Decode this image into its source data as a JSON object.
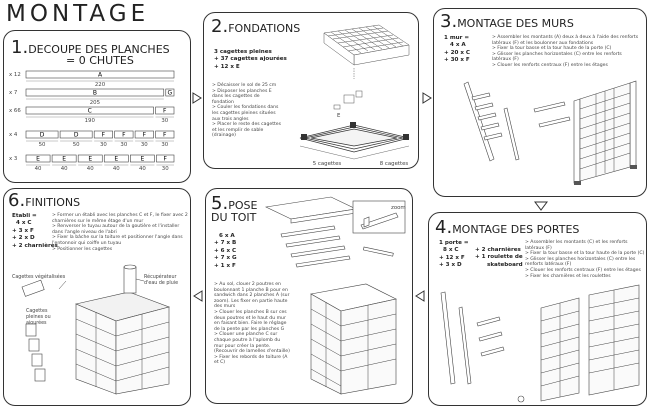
{
  "title": "MONTAGE",
  "step1": {
    "num": "1.",
    "title_line1": "DECOUPE DES PLANCHES",
    "title_line2": "= 0 CHUTES",
    "rows": [
      {
        "mult": "x 12",
        "pieces": [
          {
            "label": "A",
            "dim": "220"
          }
        ]
      },
      {
        "mult": "x 7",
        "pieces": [
          {
            "label": "B",
            "dim": "205"
          },
          {
            "label": "G",
            "dim": ""
          }
        ]
      },
      {
        "mult": "x 66",
        "pieces": [
          {
            "label": "C",
            "dim": "190"
          },
          {
            "label": "F",
            "dim": "30"
          }
        ]
      },
      {
        "mult": "x 4",
        "pieces": [
          {
            "label": "D",
            "dim": "50"
          },
          {
            "label": "D",
            "dim": "50"
          },
          {
            "label": "F",
            "dim": "30"
          },
          {
            "label": "F",
            "dim": "30"
          },
          {
            "label": "F",
            "dim": "30"
          },
          {
            "label": "F",
            "dim": "30"
          }
        ]
      },
      {
        "mult": "x 3",
        "pieces": [
          {
            "label": "E",
            "dim": "40"
          },
          {
            "label": "E",
            "dim": "40"
          },
          {
            "label": "E",
            "dim": "40"
          },
          {
            "label": "E",
            "dim": "40"
          },
          {
            "label": "E",
            "dim": "40"
          },
          {
            "label": "F",
            "dim": "30"
          }
        ]
      }
    ]
  },
  "step2": {
    "num": "2.",
    "title": "FONDATIONS",
    "qty": [
      "3 cagettes pleines",
      "+ 37 cagettes ajourées",
      "+ 12 x E"
    ],
    "notes": [
      "> Décaisser le sol de 25 cm",
      "> Disposer les planches E dans les cagettes de fondation",
      "> Couler les fondations dans les cagettes pleines situées aux trois angles",
      "> Placer le reste des cagettes et les remplir de sable (drainage)"
    ],
    "dim1": "5 cagettes",
    "dim2": "8 cagettes",
    "label_e": "E"
  },
  "step3": {
    "num": "3.",
    "title": "MONTAGE DES MURS",
    "qty": [
      "1 mur =",
      "4 x A",
      "+ 20 x C",
      "+ 30 x F"
    ],
    "notes": [
      "> Assembler les montants (A) deux à deux à l'aide des renforts latéraux (F) et les boulonner aux fondations",
      "> Fixer la tour basse et la tour haute de la porte (C)",
      "> Glisser les planches horizontales (C) entre les renforts latéraux (F)",
      "> Clouer les renforts centraux (F) entre les étages"
    ]
  },
  "step4": {
    "num": "4.",
    "title": "MONTAGE DES PORTES",
    "qty": [
      "1 porte =",
      "8 x C",
      "+ 12 x F",
      "+ 3 x D"
    ],
    "qty2": [
      "+ 2 charnières",
      "+ 1 roulette de",
      "skateboard"
    ],
    "notes": [
      "> Assembler les montants (C) et les renforts latéraux (F)",
      "> Fixer la tour basse et la tour haute de la porte (C)",
      "> Glisser les planches horizontales (C) entre les renforts latéraux (F)",
      "> Clouer les renforts centraux (F) entre les étages",
      "> Fixer les charnières et les roulettes"
    ]
  },
  "step5": {
    "num": "5.",
    "title_line1": "POSE",
    "title_line2": "DU TOIT",
    "qty": [
      "6 x A",
      "+ 7 x B",
      "+ 6 x C",
      "+ 7 x G",
      "+ 1 x F"
    ],
    "notes": [
      "> Au sol, clouer 2 poutres en boulonnant 1 planche B pour en sandwich dans 2 planches A (sur zoom). Les fixer en partie haute des murs",
      "> Clouer les planches B sur ces deux poutres et le haut du mur en faisant bien. Faire le réglage de la pente par les planches G",
      "> Clouer une planche C sur chaque poutre à l'aplomb du mur pour créer la pente. (Recouvrir de lamelles d'entaille)",
      "> Fixer les rebords de toiture (A et C)"
    ],
    "zoom": "zoom"
  },
  "step6": {
    "num": "6.",
    "title": "FINITIONS",
    "qty": [
      "Etabli =",
      "4 x C",
      "+ 3 x F",
      "+ 2 x D",
      "+ 2 charnières"
    ],
    "notes": [
      "> Former un établi avec les planches C et F, le fixer avec 2 charnières sur le même étage d'un mur",
      "> Renverser le tuyau autour de la goutière et l'installer dans l'angle niveau de l'abri",
      "> Fixer la bâche sur la toiture et positionner l'angle dans l'entonnoir qui coiffe un tuyau",
      "> Positionner les cagettes"
    ],
    "label_veg": "Cagettes végétalisées",
    "label_rec": "Récupérateur d'eau de pluie",
    "label_cag": "Cagettes pleines ou ajourées"
  }
}
